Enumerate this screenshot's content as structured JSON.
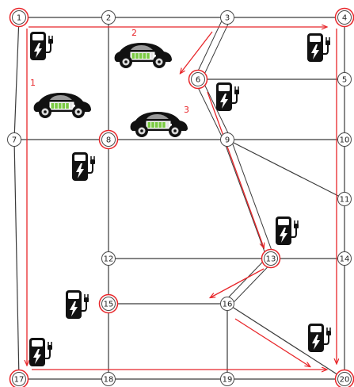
{
  "colors": {
    "road": "#3a3a3a",
    "node_fill": "#ffffff",
    "node_stroke": "#4a4a4a",
    "highlight": "#e8262a",
    "route": "#e8262a",
    "car_body": "#111111",
    "battery": "#7ac943",
    "charger": "#111111",
    "bolt": "#ffffff"
  },
  "nodes": [
    {
      "id": "1",
      "label": "1",
      "highlighted": true
    },
    {
      "id": "2",
      "label": "2",
      "highlighted": false
    },
    {
      "id": "3",
      "label": "3",
      "highlighted": false
    },
    {
      "id": "4",
      "label": "4",
      "highlighted": true
    },
    {
      "id": "5",
      "label": "5",
      "highlighted": false
    },
    {
      "id": "6",
      "label": "6",
      "highlighted": true
    },
    {
      "id": "7",
      "label": "7",
      "highlighted": false
    },
    {
      "id": "8",
      "label": "8",
      "highlighted": true
    },
    {
      "id": "9",
      "label": "9",
      "highlighted": false
    },
    {
      "id": "10",
      "label": "10",
      "highlighted": false
    },
    {
      "id": "11",
      "label": "11",
      "highlighted": false
    },
    {
      "id": "12",
      "label": "12",
      "highlighted": false
    },
    {
      "id": "13",
      "label": "13",
      "highlighted": true
    },
    {
      "id": "14",
      "label": "14",
      "highlighted": false
    },
    {
      "id": "15",
      "label": "15",
      "highlighted": true
    },
    {
      "id": "16",
      "label": "16",
      "highlighted": false
    },
    {
      "id": "17",
      "label": "17",
      "highlighted": true
    },
    {
      "id": "18",
      "label": "18",
      "highlighted": false
    },
    {
      "id": "19",
      "label": "19",
      "highlighted": false
    },
    {
      "id": "20",
      "label": "20",
      "highlighted": true
    }
  ],
  "roads": [
    [
      "1",
      "2"
    ],
    [
      "2",
      "3"
    ],
    [
      "3",
      "4"
    ],
    [
      "1",
      "7"
    ],
    [
      "7",
      "17"
    ],
    [
      "2",
      "8"
    ],
    [
      "8",
      "12"
    ],
    [
      "12",
      "15"
    ],
    [
      "15",
      "18"
    ],
    [
      "4",
      "5"
    ],
    [
      "5",
      "10"
    ],
    [
      "10",
      "11"
    ],
    [
      "11",
      "14"
    ],
    [
      "14",
      "20"
    ],
    [
      "7",
      "8"
    ],
    [
      "8",
      "9"
    ],
    [
      "9",
      "10"
    ],
    [
      "6",
      "5"
    ],
    [
      "9",
      "11"
    ],
    [
      "12",
      "13"
    ],
    [
      "13",
      "14"
    ],
    [
      "15",
      "16"
    ],
    [
      "16",
      "19"
    ],
    [
      "16",
      "20"
    ],
    [
      "17",
      "18"
    ],
    [
      "18",
      "19"
    ],
    [
      "19",
      "20"
    ]
  ],
  "corridors": [
    [
      "3",
      "6",
      "9",
      "13"
    ],
    [
      "13",
      "16"
    ]
  ],
  "routes": [
    {
      "label": "1",
      "from": "1",
      "to": "17"
    },
    {
      "label": "2",
      "from": "1",
      "to": "4"
    },
    {
      "label": "",
      "from": "4",
      "to": "20"
    },
    {
      "label": "",
      "from": "17",
      "to": "20"
    },
    {
      "label": "3",
      "from": "3",
      "to": "6"
    },
    {
      "label": "",
      "from": "6",
      "to": "13"
    },
    {
      "label": "",
      "from": "13",
      "to": "16"
    },
    {
      "label": "",
      "from": "16",
      "to": "20"
    }
  ],
  "vehicles": [
    {
      "name": "ev-car",
      "battery_level": 0.9
    },
    {
      "name": "ev-car",
      "battery_level": 0.9
    },
    {
      "name": "ev-car",
      "battery_level": 0.9
    }
  ],
  "chargers": [
    {
      "near_node": "1",
      "icon": "charging-station-icon"
    },
    {
      "near_node": "4",
      "icon": "charging-station-icon"
    },
    {
      "near_node": "6",
      "icon": "charging-station-icon"
    },
    {
      "near_node": "8",
      "icon": "charging-station-icon"
    },
    {
      "near_node": "13",
      "icon": "charging-station-icon"
    },
    {
      "near_node": "15",
      "icon": "charging-station-icon"
    },
    {
      "near_node": "17",
      "icon": "charging-station-icon"
    },
    {
      "near_node": "20",
      "icon": "charging-station-icon"
    }
  ]
}
